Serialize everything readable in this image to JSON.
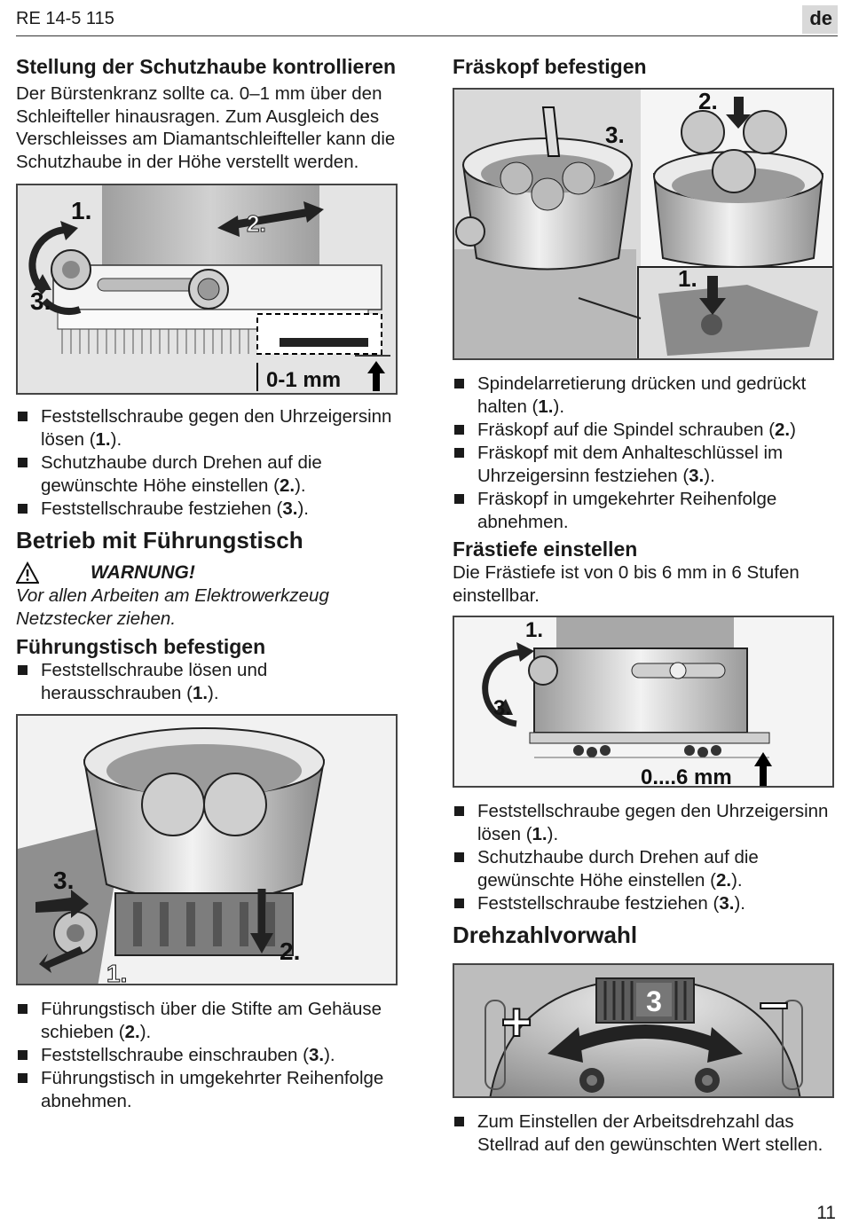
{
  "header": {
    "model": "RE 14-5 115",
    "lang": "de"
  },
  "left": {
    "s1_title": "Stellung der Schutzhaube kontrollieren",
    "s1_body": "Der Bürstenkranz sollte ca. 0–1 mm über den Schleifteller hinausragen. Zum Ausgleich des Verschleisses am Diamantschleifteller kann die Schutzhaube in der Höhe verstellt werden.",
    "fig1": {
      "step1": "1.",
      "step2": "2.",
      "step3": "3.",
      "dim": "0-1 mm"
    },
    "b1": [
      {
        "pre": "Feststellschraube gegen den Uhrzeigersinn lösen (",
        "num": "1.",
        "post": ")."
      },
      {
        "pre": "Schutzhaube durch Drehen auf die gewünschte Höhe einstellen (",
        "num": "2.",
        "post": ")."
      },
      {
        "pre": "Feststellschraube festziehen (",
        "num": "3.",
        "post": ")."
      }
    ],
    "s2_title": "Betrieb mit Führungstisch",
    "warning_title": "WARNUNG!",
    "warning_text": "Vor allen Arbeiten am Elektrowerkzeug Netzstecker ziehen.",
    "s3_title": "Führungstisch befestigen",
    "b2": [
      {
        "pre": "Feststellschraube lösen und herausschrauben (",
        "num": "1.",
        "post": ")."
      }
    ],
    "fig3": {
      "step1": "1.",
      "step2": "2.",
      "step3": "3."
    },
    "b3": [
      {
        "pre": "Führungstisch über die Stifte am Gehäuse schieben (",
        "num": "2.",
        "post": ")."
      },
      {
        "pre": "Feststellschraube einschrauben (",
        "num": "3.",
        "post": ")."
      },
      {
        "pre": "Führungstisch in umgekehrter Reihenfolge abnehmen.",
        "num": "",
        "post": ""
      }
    ]
  },
  "right": {
    "s1_title": "Fräskopf befestigen",
    "fig2": {
      "step1": "1.",
      "step2": "2.",
      "step3": "3."
    },
    "b1": [
      {
        "pre": "Spindelarretierung drücken und gedrückt halten (",
        "num": "1.",
        "post": ")."
      },
      {
        "pre": "Fräskopf auf die Spindel schrauben (",
        "num": "2.",
        "post": ")"
      },
      {
        "pre": "Fräskopf mit dem Anhalteschlüssel im Uhrzeigersinn festziehen (",
        "num": "3.",
        "post": ")."
      },
      {
        "pre": "Fräskopf in umgekehrter Reihenfolge abnehmen.",
        "num": "",
        "post": ""
      }
    ],
    "s2_title": "Frästiefe einstellen",
    "s2_body": "Die Frästiefe ist von 0 bis 6 mm in 6 Stufen einstellbar.",
    "fig4": {
      "step1": "1.",
      "step3": "3.",
      "dim": "0....6 mm"
    },
    "b2": [
      {
        "pre": "Feststellschraube gegen den Uhrzeigersinn lösen (",
        "num": "1.",
        "post": ")."
      },
      {
        "pre": "Schutzhaube durch Drehen auf die gewünschte Höhe einstellen (",
        "num": "2.",
        "post": ")."
      },
      {
        "pre": "Feststellschraube festziehen (",
        "num": "3.",
        "post": ")."
      }
    ],
    "s3_title": "Drehzahlvorwahl",
    "fig5": {
      "dial": "3",
      "plus": "+",
      "minus": "–"
    },
    "b3": [
      {
        "pre": "Zum Einstellen der Arbeitsdrehzahl das Stellrad auf den gewünschten Wert stellen.",
        "num": "",
        "post": ""
      }
    ]
  },
  "footer": {
    "page": "11"
  }
}
